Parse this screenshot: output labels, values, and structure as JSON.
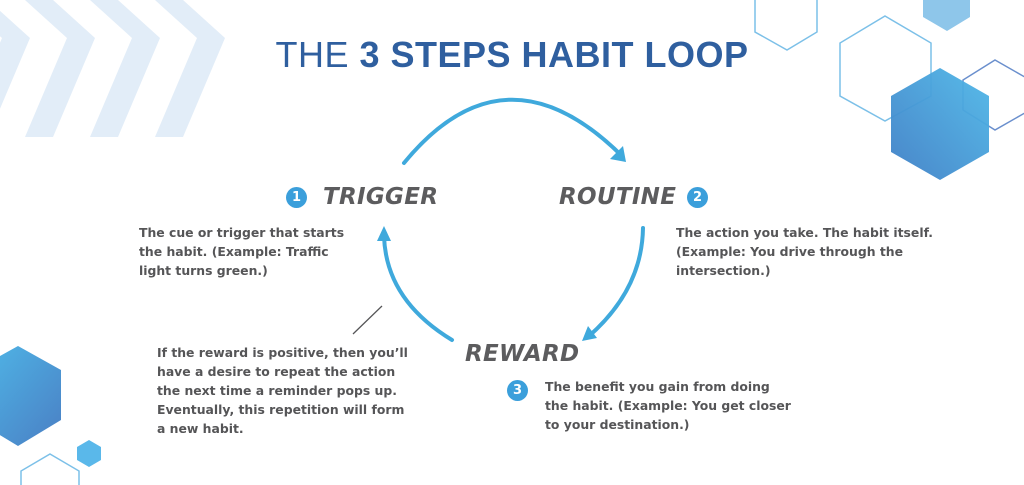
{
  "title": {
    "prefix": "THE ",
    "emphasis": "3 STEPS HABIT LOOP",
    "color": "#2f5f9f"
  },
  "steps": [
    {
      "number": "1",
      "label": "TRIGGER",
      "description_lines": [
        "The cue or trigger that starts",
        "the habit. (Example: Traffic",
        "light turns green.)"
      ]
    },
    {
      "number": "2",
      "label": "ROUTINE",
      "description_lines": [
        "The action you take. The habit itself.",
        "(Example: You drive through the",
        "intersection.)"
      ]
    },
    {
      "number": "3",
      "label": "REWARD",
      "description_lines": [
        "The benefit you gain from doing",
        "the habit. (Example: You get closer",
        "to your destination.)"
      ]
    }
  ],
  "reward_note": {
    "lines": [
      "If the reward is positive, then you’ll",
      "have a desire to repeat the action",
      "the next time a reminder pops up.",
      "Eventually, this repetition will form",
      "a new habit."
    ]
  },
  "colors": {
    "arrow": "#3fa9dc",
    "badge": "#3b9fdb",
    "label_text": "#5c5c5e",
    "body_text": "#555557",
    "chevrons": "#e2edf8",
    "hex_light_outline": "#7cc0e8",
    "hex_dark_outline": "#5f86c6"
  },
  "icons": {
    "loop_arrows": "circular-arrow-icon",
    "chevrons": "chevron-right-icon",
    "hexagons": "hexagon-icon"
  }
}
